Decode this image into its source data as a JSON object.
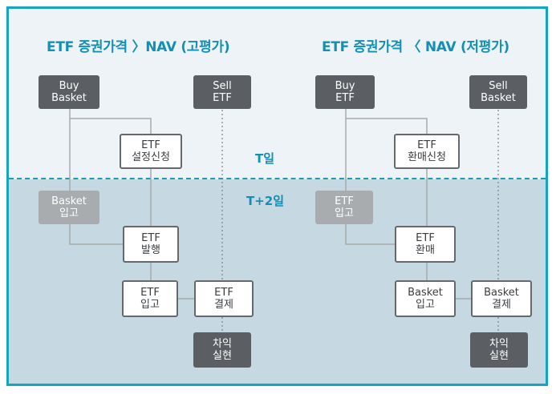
{
  "titles": {
    "left": "ETF 증권가격 〉NAV (고평가)",
    "right": "ETF 증권가격 〈 NAV (저평가)"
  },
  "days": {
    "t": "T일",
    "t2": "T+2일"
  },
  "left": {
    "buy": [
      "Buy",
      "Basket"
    ],
    "sell": [
      "Sell",
      "ETF"
    ],
    "request": [
      "ETF",
      "설정신청"
    ],
    "basket_in": [
      "Basket",
      "입고"
    ],
    "issue": [
      "ETF",
      "발행"
    ],
    "etf_in": [
      "ETF",
      "입고"
    ],
    "settle": [
      "ETF",
      "결제"
    ],
    "profit": [
      "차익",
      "실현"
    ]
  },
  "right": {
    "buy": [
      "Buy",
      "ETF"
    ],
    "sell": [
      "Sell",
      "Basket"
    ],
    "request": [
      "ETF",
      "환매신청"
    ],
    "etf_in": [
      "ETF",
      "입고"
    ],
    "redeem": [
      "ETF",
      "환매"
    ],
    "basket_in": [
      "Basket",
      "입고"
    ],
    "settle": [
      "Basket",
      "결제"
    ],
    "profit": [
      "차익",
      "실현"
    ]
  },
  "colors": {
    "border": "#14a5c2",
    "title": "#1290b4",
    "upper_bg": "#eef3f7",
    "lower_bg": "#c6d8e2",
    "dark_box": "#5b5f64",
    "muted_box": "#a9acae"
  }
}
